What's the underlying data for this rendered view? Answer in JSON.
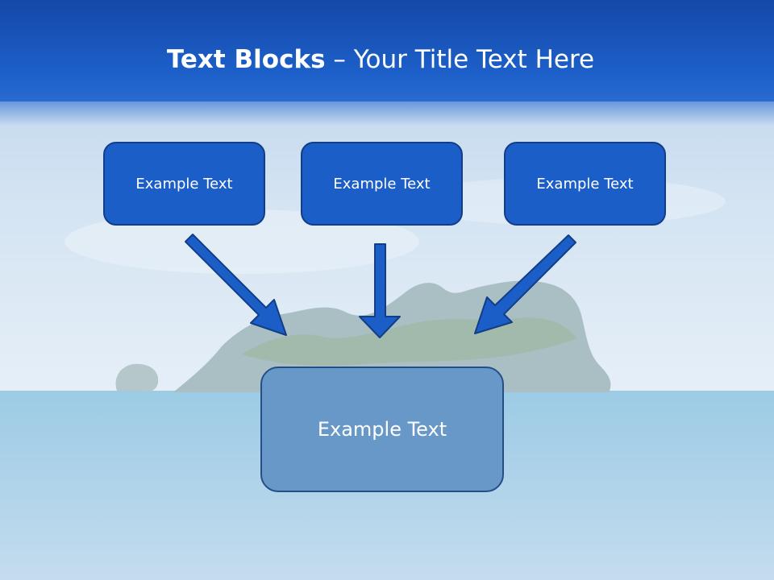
{
  "slide": {
    "title_bold": "Text Blocks",
    "title_dash": " – ",
    "title_rest": "Your Title Text Here",
    "boxes": [
      {
        "label": "Example Text"
      },
      {
        "label": "Example Text"
      },
      {
        "label": "Example Text"
      }
    ],
    "center_box": {
      "label": "Example Text"
    }
  },
  "colors": {
    "title_bar": "#1c5fc8",
    "box_fill": "#1c5ec8",
    "box_border": "#123e86",
    "center_box_fill": "#6898c8",
    "arrow_fill": "#1c5ec8"
  },
  "background": "island-in-sea-photo"
}
